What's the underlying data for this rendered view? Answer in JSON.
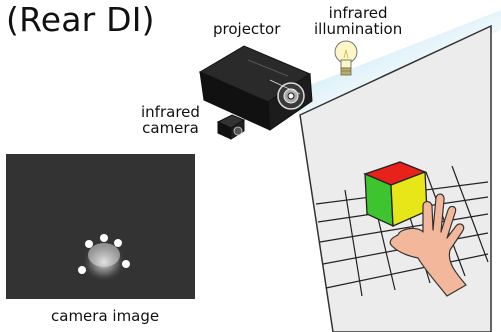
{
  "title": "(Rear DI)",
  "labels": {
    "projector": "projector",
    "infrared_illumination_line1": "infrared",
    "infrared_illumination_line2": "illumination",
    "infrared_camera_line1": "infrared",
    "infrared_camera_line2": "camera",
    "camera_image": "camera image"
  },
  "colors": {
    "beam": "#b8e0f0",
    "screen": "#ececec",
    "cube_red": "#e8211b",
    "cube_green": "#3ec42e",
    "cube_yellow": "#e6e619",
    "skin": "#f3b89b",
    "camera_image_bg": "#333333"
  },
  "icons": [
    "projector-icon",
    "light-bulb-icon",
    "camera-icon",
    "hand-icon"
  ]
}
